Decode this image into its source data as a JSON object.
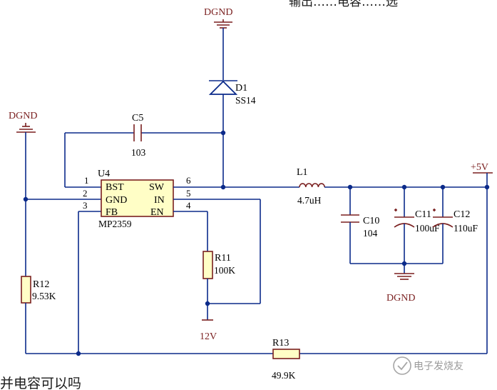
{
  "top_text": "输出……电容……选",
  "bottom_text": "并电容可以吗",
  "watermark": "电子发烧友",
  "ic": {
    "designator": "U4",
    "part": "MP2359",
    "pins": [
      {
        "num": "1",
        "name": "BST"
      },
      {
        "num": "2",
        "name": "GND"
      },
      {
        "num": "3",
        "name": "FB"
      },
      {
        "num": "6",
        "name": "SW"
      },
      {
        "num": "5",
        "name": "IN"
      },
      {
        "num": "4",
        "name": "EN"
      }
    ]
  },
  "components": {
    "d1": {
      "designator": "D1",
      "value": "SS14"
    },
    "c5": {
      "designator": "C5",
      "value": "103"
    },
    "l1": {
      "designator": "L1",
      "value": "4.7uH"
    },
    "c10": {
      "designator": "C10",
      "value": "104"
    },
    "c11": {
      "designator": "C11",
      "value": "100uF"
    },
    "c12": {
      "designator": "C12",
      "value": "110uF"
    },
    "r11": {
      "designator": "R11",
      "value": "100K"
    },
    "r12": {
      "designator": "R12",
      "value": "9.53K"
    },
    "r13": {
      "designator": "R13",
      "value": "49.9K"
    }
  },
  "nets": {
    "gnd_top": "DGND",
    "gnd_left": "DGND",
    "gnd_bottom": "DGND",
    "vin": "12V",
    "vout": "+5V"
  }
}
